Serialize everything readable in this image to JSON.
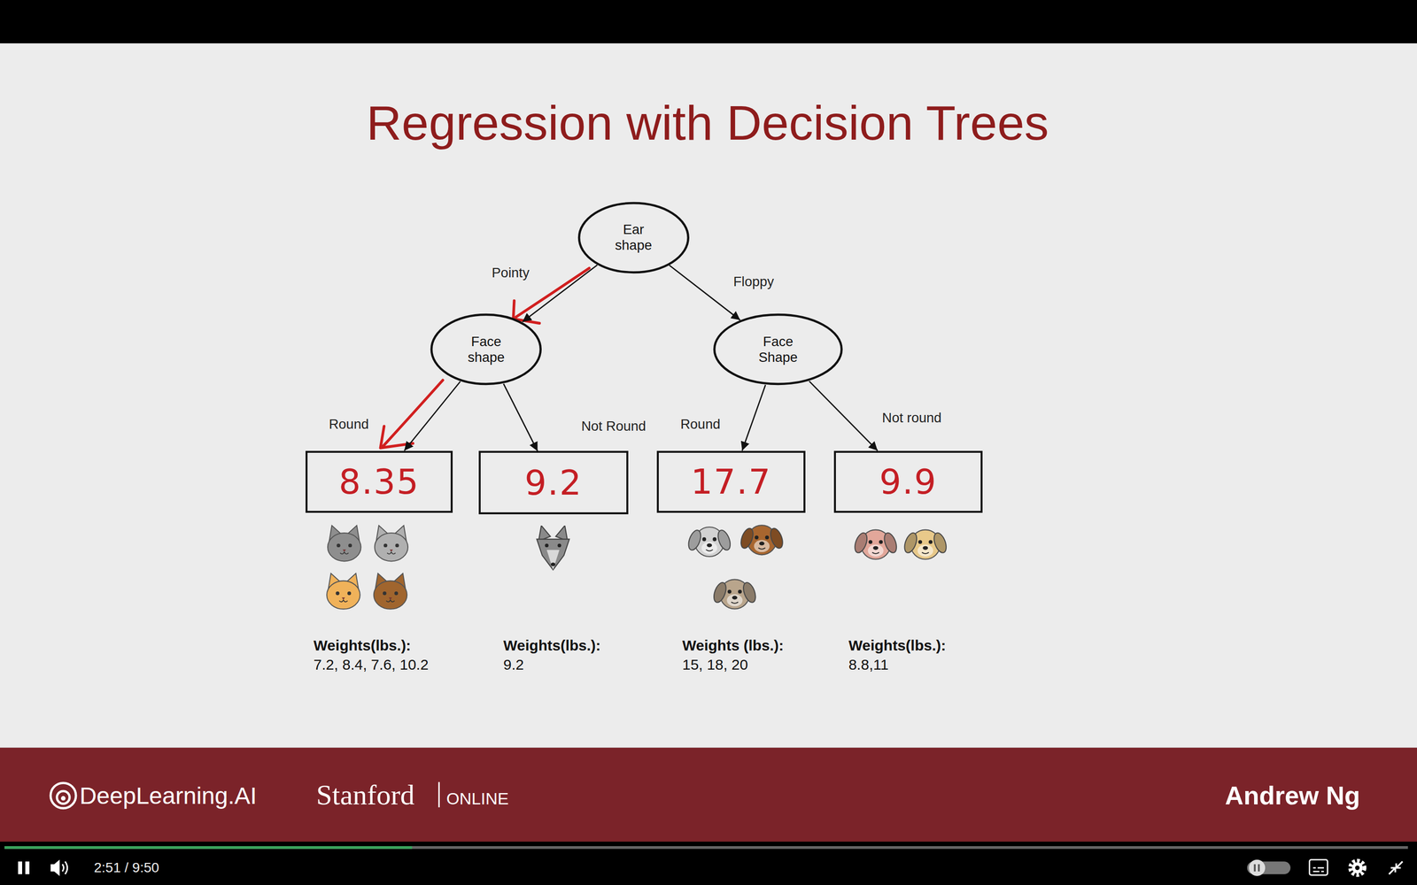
{
  "diagram": {
    "title": "Regression with Decision Trees",
    "nodes": [
      {
        "text": [
          "Ear shape"
        ]
      },
      {
        "text": [
          "Face shape"
        ]
      },
      {
        "text": [
          "Face Shape"
        ]
      },
      {
        "text": [
          "8.35"
        ]
      },
      {
        "text": [
          "9.2"
        ]
      },
      {
        "text": [
          "17.7"
        ]
      },
      {
        "text": [
          "9.9"
        ]
      }
    ],
    "edges": [
      {
        "from": 0,
        "to": 1,
        "arrow": "to",
        "label": "Pointy"
      },
      {
        "from": 0,
        "to": 2,
        "arrow": "to",
        "label": "Floppy"
      },
      {
        "from": 1,
        "to": 3,
        "arrow": "to",
        "label": "Round"
      },
      {
        "from": 1,
        "to": 4,
        "arrow": "to",
        "label": "Not Round"
      },
      {
        "from": 2,
        "to": 5,
        "arrow": "to",
        "label": "Round"
      },
      {
        "from": 2,
        "to": 6,
        "arrow": "to",
        "label": "Not round"
      }
    ],
    "labels": [
      "Weights(lbs.):",
      "7.2, 8.4, 7.6, 10.2",
      "Weights(lbs.):",
      "9.2",
      "Weights (lbs.):",
      "15, 18, 20",
      "Weights(lbs.):",
      "8.8,11",
      "DeepLearning.AI",
      "Stanford",
      "ONLINE",
      "Andrew Ng",
      "2:51 / 9:50"
    ]
  }
}
